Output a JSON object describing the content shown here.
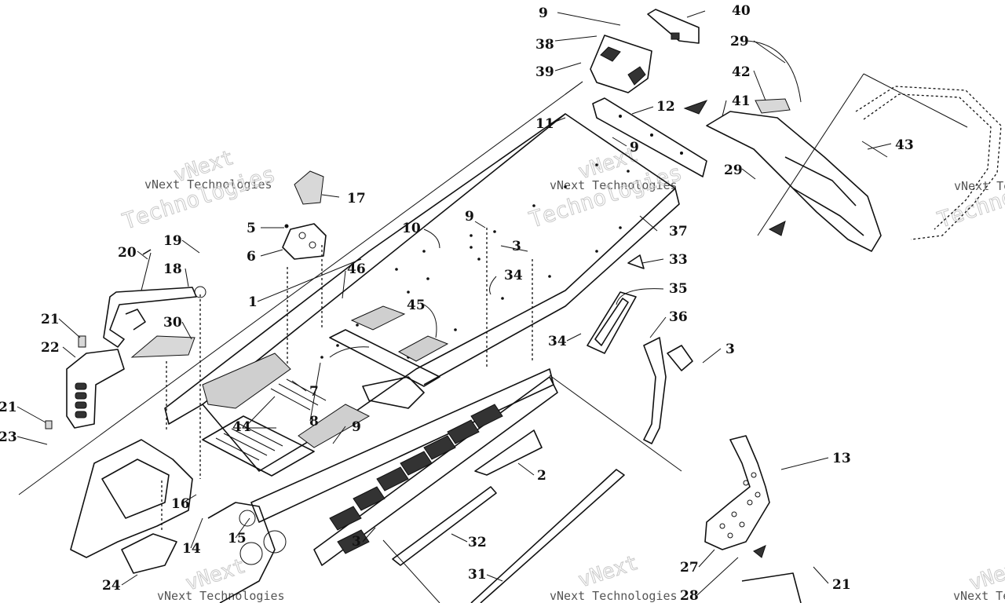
{
  "watermark": {
    "brand": "vNext",
    "company": "vNext Technologies",
    "word": "Technologies"
  },
  "callouts": [
    {
      "id": "c1",
      "label": "1"
    },
    {
      "id": "c2",
      "label": "2"
    },
    {
      "id": "c3a",
      "label": "3"
    },
    {
      "id": "c3b",
      "label": "3"
    },
    {
      "id": "c3c",
      "label": "3"
    },
    {
      "id": "c5",
      "label": "5"
    },
    {
      "id": "c6",
      "label": "6"
    },
    {
      "id": "c7",
      "label": "7"
    },
    {
      "id": "c8",
      "label": "8"
    },
    {
      "id": "c9a",
      "label": "9"
    },
    {
      "id": "c9b",
      "label": "9"
    },
    {
      "id": "c9c",
      "label": "9"
    },
    {
      "id": "c9d",
      "label": "9"
    },
    {
      "id": "c10",
      "label": "10"
    },
    {
      "id": "c11",
      "label": "11"
    },
    {
      "id": "c12",
      "label": "12"
    },
    {
      "id": "c13",
      "label": "13"
    },
    {
      "id": "c14",
      "label": "14"
    },
    {
      "id": "c15",
      "label": "15"
    },
    {
      "id": "c16",
      "label": "16"
    },
    {
      "id": "c17",
      "label": "17"
    },
    {
      "id": "c18",
      "label": "18"
    },
    {
      "id": "c19",
      "label": "19"
    },
    {
      "id": "c20",
      "label": "20"
    },
    {
      "id": "c21a",
      "label": "21"
    },
    {
      "id": "c21b",
      "label": "21"
    },
    {
      "id": "c21c",
      "label": "21"
    },
    {
      "id": "c22",
      "label": "22"
    },
    {
      "id": "c23",
      "label": "23"
    },
    {
      "id": "c24",
      "label": "24"
    },
    {
      "id": "c27",
      "label": "27"
    },
    {
      "id": "c28",
      "label": "28"
    },
    {
      "id": "c29a",
      "label": "29"
    },
    {
      "id": "c29b",
      "label": "29"
    },
    {
      "id": "c30",
      "label": "30"
    },
    {
      "id": "c31",
      "label": "31"
    },
    {
      "id": "c32",
      "label": "32"
    },
    {
      "id": "c33",
      "label": "33"
    },
    {
      "id": "c34a",
      "label": "34"
    },
    {
      "id": "c34b",
      "label": "34"
    },
    {
      "id": "c35",
      "label": "35"
    },
    {
      "id": "c36",
      "label": "36"
    },
    {
      "id": "c37",
      "label": "37"
    },
    {
      "id": "c38",
      "label": "38"
    },
    {
      "id": "c39",
      "label": "39"
    },
    {
      "id": "c40",
      "label": "40"
    },
    {
      "id": "c41",
      "label": "41"
    },
    {
      "id": "c42",
      "label": "42"
    },
    {
      "id": "c43",
      "label": "43"
    },
    {
      "id": "c44",
      "label": "44"
    },
    {
      "id": "c45",
      "label": "45"
    },
    {
      "id": "c46",
      "label": "46"
    }
  ]
}
